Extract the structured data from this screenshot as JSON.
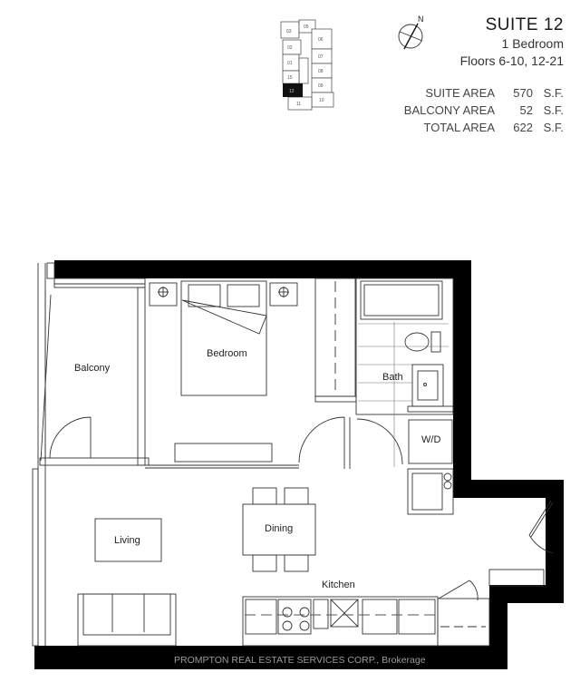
{
  "header": {
    "suite_title": "SUITE 12",
    "bedrooms": "1 Bedroom",
    "floors": "Floors 6-10, 12-21"
  },
  "areas": [
    {
      "label": "SUITE AREA",
      "value": "570",
      "unit": "S.F."
    },
    {
      "label": "BALCONY AREA",
      "value": "52",
      "unit": "S.F."
    },
    {
      "label": "TOTAL AREA",
      "value": "622",
      "unit": "S.F."
    }
  ],
  "compass": {
    "label": "N"
  },
  "key_plan": {
    "units": [
      "03",
      "05",
      "06",
      "02",
      "07",
      "01",
      "08",
      "15",
      "09",
      "12",
      "10",
      "11"
    ],
    "highlighted": "12"
  },
  "rooms": {
    "balcony": "Balcony",
    "bedroom": "Bedroom",
    "bath": "Bath",
    "wd": "W/D",
    "living": "Living",
    "dining": "Dining",
    "kitchen": "Kitchen"
  },
  "footer": {
    "brokerage": "PROMPTON REAL ESTATE SERVICES CORP., Brokerage"
  }
}
